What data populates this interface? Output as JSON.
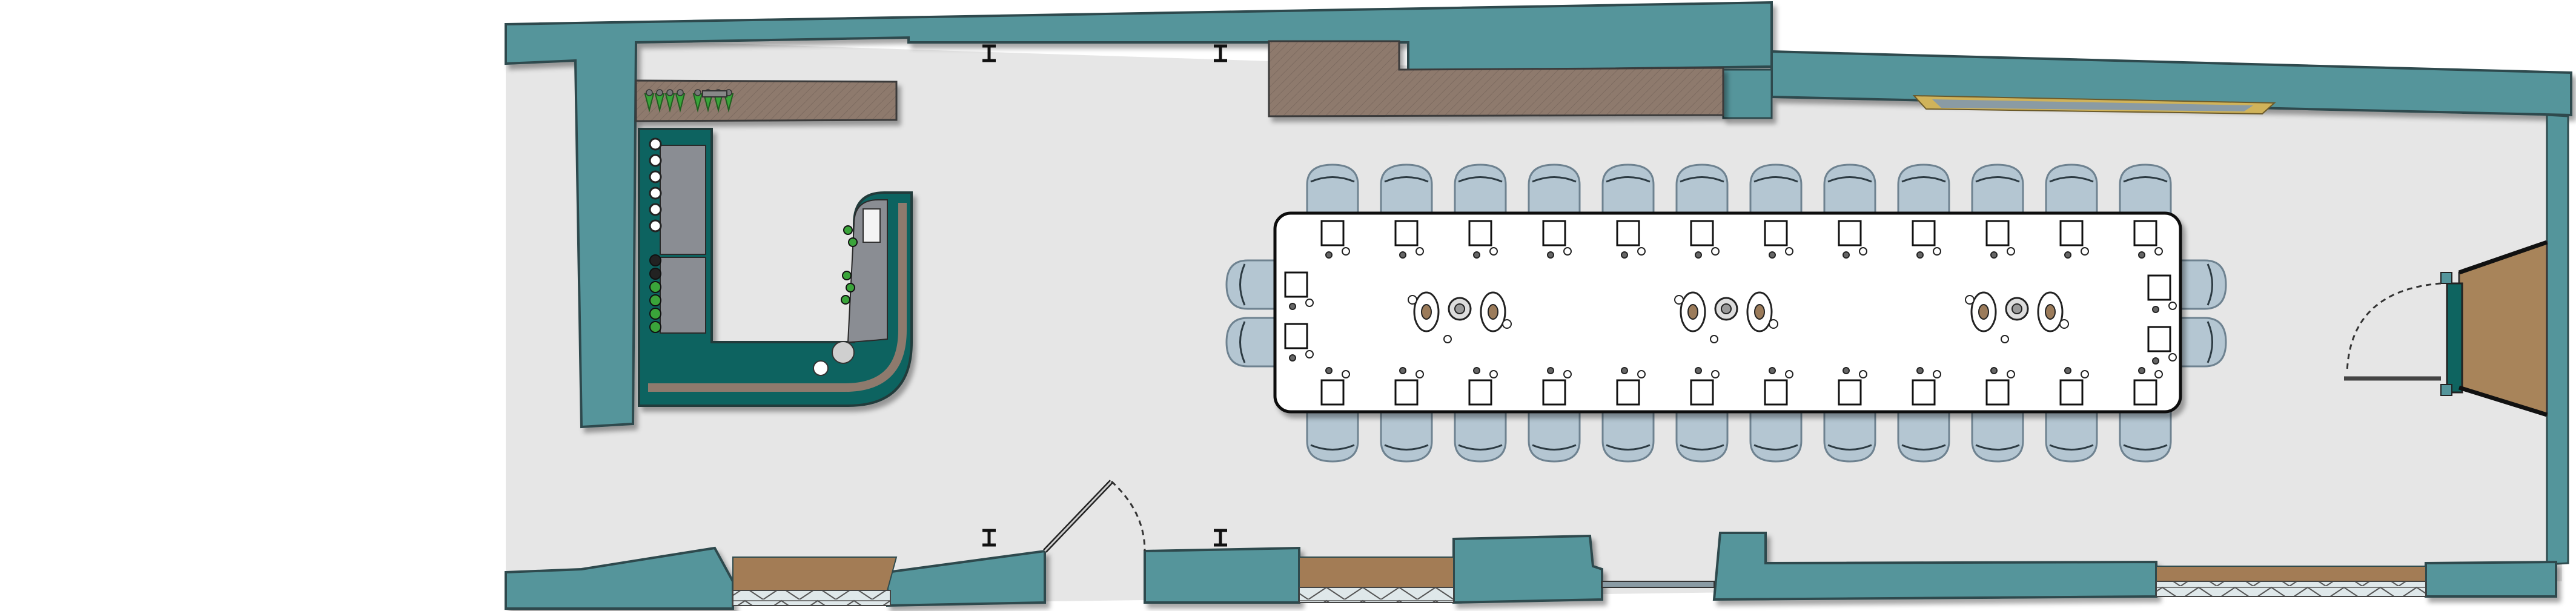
{
  "plan": {
    "colors": {
      "background": "#ffffff",
      "floor": "#e6e6e6",
      "wall": "#54959b",
      "wall_edge": "#2e4a4d",
      "bar_counter": "#0e6460",
      "bar_wood": "#8e7a6d",
      "back_bar": "#8e7e74",
      "steel": "#8a8d93",
      "chair": "#b4c6d2",
      "chair_edge": "#6e8290",
      "table": "#ffffff",
      "window_wood": "#a37c55",
      "window_glass": "#dfe8ea",
      "ceiling_strip": "#8a9ba4",
      "ceiling_gold": "#d0b35a",
      "entry_floor": "#a8845a",
      "door_green": "#0e6460",
      "bottle": "#3aa43a"
    },
    "chairs_per_long_side": 12,
    "chairs_per_short_side": 2,
    "bar_taps": 6,
    "bar_bottles": 6,
    "shelf_bottles": 8,
    "pillar_markers": 4
  }
}
